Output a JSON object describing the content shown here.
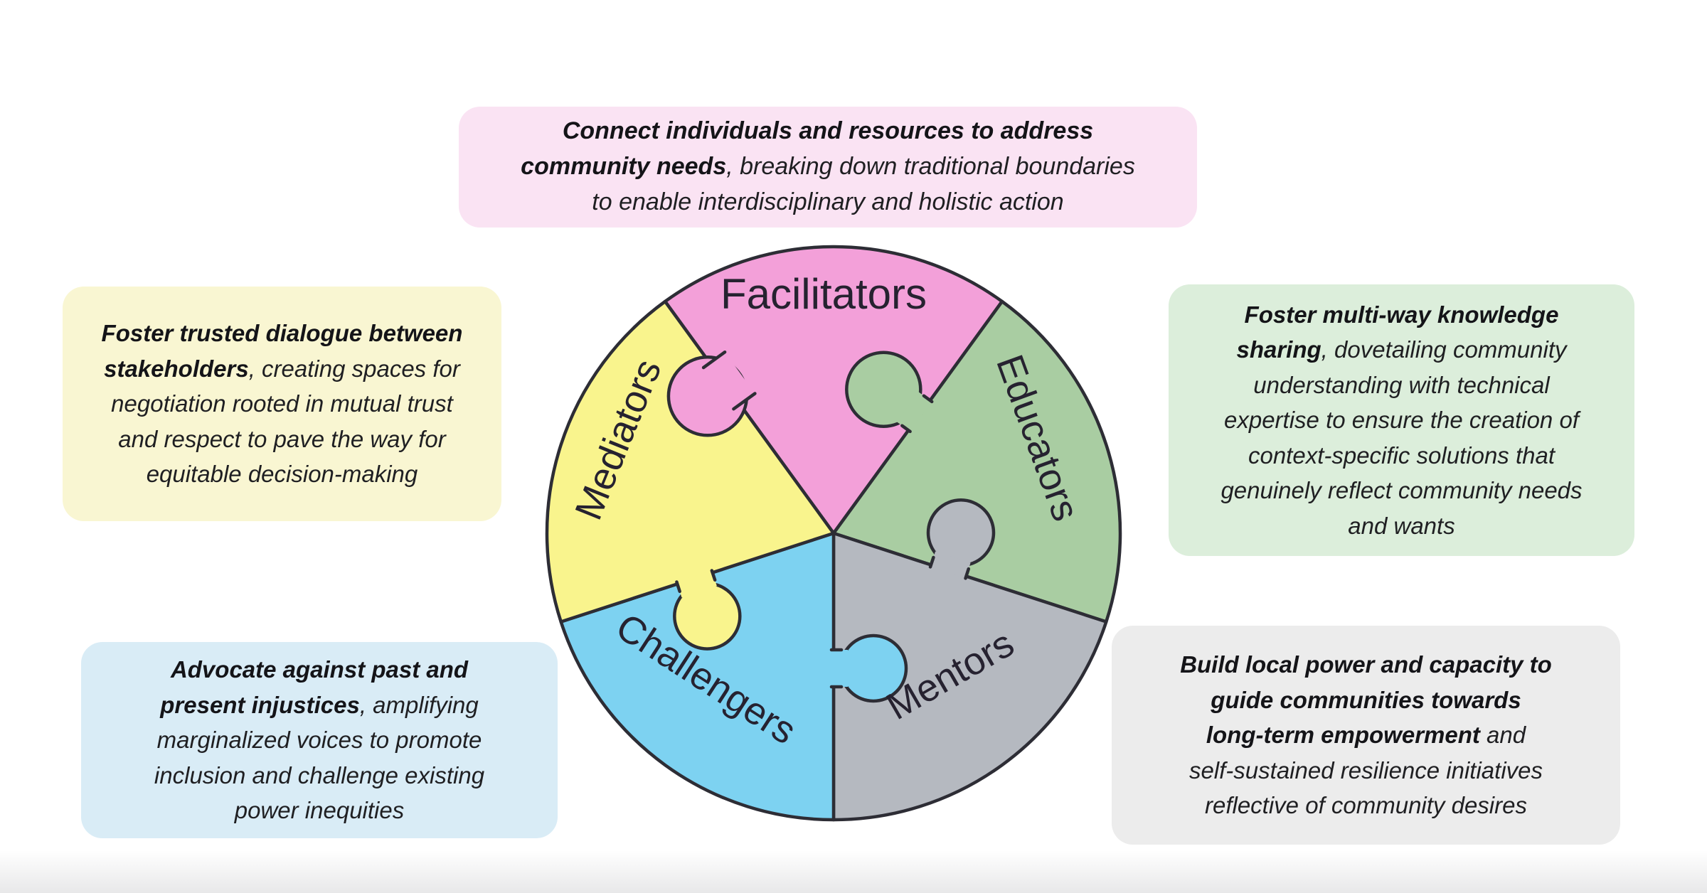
{
  "page": {
    "background": "#ffffff",
    "bottom_fade_color": "#e8e8e9",
    "note_text_color": "#1f1f22"
  },
  "wheel": {
    "outline_color": "#2d2d35",
    "label_color": "#262230",
    "sectors": [
      {
        "id": "facilitators",
        "label": "Facilitators",
        "color": "#f3a0d9"
      },
      {
        "id": "educators",
        "label": "Educators",
        "color": "#a9cda2"
      },
      {
        "id": "mentors",
        "label": "Mentors",
        "color": "#b5b9c0"
      },
      {
        "id": "challengers",
        "label": "Challengers",
        "color": "#7dd2f1"
      },
      {
        "id": "mediators",
        "label": "Mediators",
        "color": "#f9f48d"
      }
    ]
  },
  "boxes": {
    "facilitators": {
      "bg": "#fae3f3",
      "segments": [
        {
          "text": "Connect individuals and resources to address\ncommunity needs",
          "bold": true
        },
        {
          "text": ", breaking down traditional boundaries\nto enable interdisciplinary and holistic action",
          "bold": false
        }
      ]
    },
    "mediators": {
      "bg": "#f9f6d2",
      "segments": [
        {
          "text": "Foster trusted dialogue between\nstakeholders",
          "bold": true
        },
        {
          "text": ", creating spaces for\nnegotiation rooted in mutual trust\nand respect to pave the way for\nequitable decision-making",
          "bold": false
        }
      ]
    },
    "educators": {
      "bg": "#dceedb",
      "segments": [
        {
          "text": "Foster multi-way knowledge\nsharing",
          "bold": true
        },
        {
          "text": ", dovetailing community\nunderstanding with technical\nexpertise to ensure the creation of\ncontext-specific solutions that\ngenuinely reflect community needs\nand wants",
          "bold": false
        }
      ]
    },
    "challengers": {
      "bg": "#d9ecf6",
      "segments": [
        {
          "text": "Advocate against past and\npresent injustices",
          "bold": true
        },
        {
          "text": ", amplifying\nmarginalized voices to promote\ninclusion and challenge existing\npower inequities",
          "bold": false
        }
      ]
    },
    "mentors": {
      "bg": "#ececec",
      "segments": [
        {
          "text": "Build local power and capacity to\nguide communities towards\nlong-term empowerment",
          "bold": true
        },
        {
          "text": " and\nself-sustained resilience initiatives\nreflective of community desires",
          "bold": false
        }
      ]
    }
  }
}
